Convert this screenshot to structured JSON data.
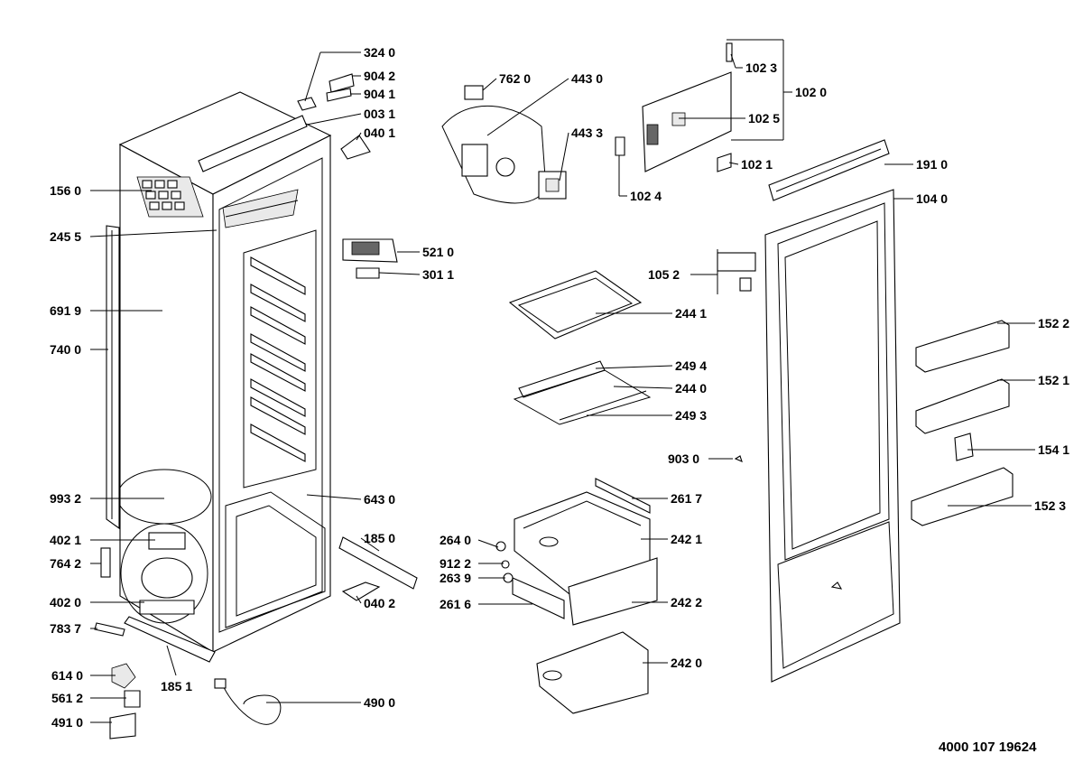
{
  "diagram": {
    "document_number": "4000 107 19624",
    "labels": [
      {
        "id": "p3240",
        "text": "324 0"
      },
      {
        "id": "p9042",
        "text": "904 2"
      },
      {
        "id": "p9041",
        "text": "904 1"
      },
      {
        "id": "p0031",
        "text": "003 1"
      },
      {
        "id": "p0401",
        "text": "040 1"
      },
      {
        "id": "p1560",
        "text": "156 0"
      },
      {
        "id": "p2455",
        "text": "245 5"
      },
      {
        "id": "p6919",
        "text": "691 9"
      },
      {
        "id": "p7400",
        "text": "740 0"
      },
      {
        "id": "p9932",
        "text": "993 2"
      },
      {
        "id": "p4021",
        "text": "402 1"
      },
      {
        "id": "p7642",
        "text": "764 2"
      },
      {
        "id": "p4020",
        "text": "402 0"
      },
      {
        "id": "p7837",
        "text": "783 7"
      },
      {
        "id": "p6140",
        "text": "614 0"
      },
      {
        "id": "p5612",
        "text": "561 2"
      },
      {
        "id": "p4910",
        "text": "491 0"
      },
      {
        "id": "p1851",
        "text": "185 1"
      },
      {
        "id": "p4900",
        "text": "490 0"
      },
      {
        "id": "p1850",
        "text": "185 0"
      },
      {
        "id": "p0402",
        "text": "040 2"
      },
      {
        "id": "p6430",
        "text": "643 0"
      },
      {
        "id": "p5210",
        "text": "521 0"
      },
      {
        "id": "p3011",
        "text": "301 1"
      },
      {
        "id": "p7620",
        "text": "762 0"
      },
      {
        "id": "p4430",
        "text": "443 0"
      },
      {
        "id": "p4433",
        "text": "443 3"
      },
      {
        "id": "p1024",
        "text": "102 4"
      },
      {
        "id": "p1023",
        "text": "102 3"
      },
      {
        "id": "p1020",
        "text": "102 0"
      },
      {
        "id": "p1025",
        "text": "102 5"
      },
      {
        "id": "p1021",
        "text": "102 1"
      },
      {
        "id": "p1910",
        "text": "191 0"
      },
      {
        "id": "p1040",
        "text": "104 0"
      },
      {
        "id": "p1052",
        "text": "105 2"
      },
      {
        "id": "p2441",
        "text": "244 1"
      },
      {
        "id": "p2494",
        "text": "249 4"
      },
      {
        "id": "p2440",
        "text": "244 0"
      },
      {
        "id": "p2493",
        "text": "249 3"
      },
      {
        "id": "p9030",
        "text": "903 0"
      },
      {
        "id": "p2617",
        "text": "261 7"
      },
      {
        "id": "p2640",
        "text": "264 0"
      },
      {
        "id": "p9122",
        "text": "912 2"
      },
      {
        "id": "p2639",
        "text": "263 9"
      },
      {
        "id": "p2421",
        "text": "242 1"
      },
      {
        "id": "p2616",
        "text": "261 6"
      },
      {
        "id": "p2422",
        "text": "242 2"
      },
      {
        "id": "p2420",
        "text": "242 0"
      },
      {
        "id": "p1522",
        "text": "152 2"
      },
      {
        "id": "p1521",
        "text": "152 1"
      },
      {
        "id": "p1541",
        "text": "154 1"
      },
      {
        "id": "p1523",
        "text": "152 3"
      }
    ]
  }
}
